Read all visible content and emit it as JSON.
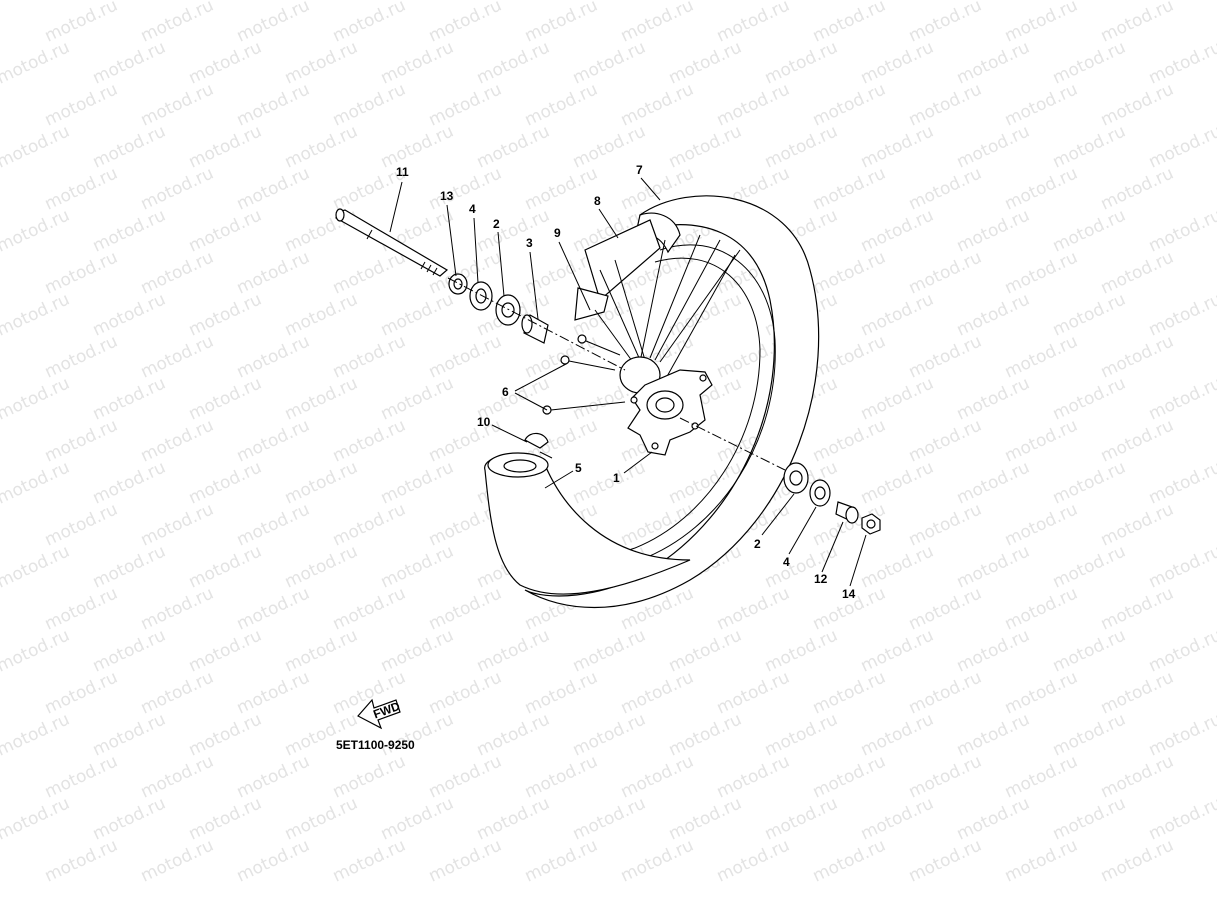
{
  "watermark": {
    "text": "motod.ru",
    "color": "#e3e3e3"
  },
  "diagram": {
    "title": "",
    "part_code": "5ET1100-9250",
    "fwd_label": "FWD",
    "callouts": [
      "11",
      "13",
      "4",
      "2",
      "3",
      "9",
      "8",
      "7",
      "6",
      "10",
      "5",
      "1",
      "2",
      "4",
      "12",
      "14"
    ]
  }
}
